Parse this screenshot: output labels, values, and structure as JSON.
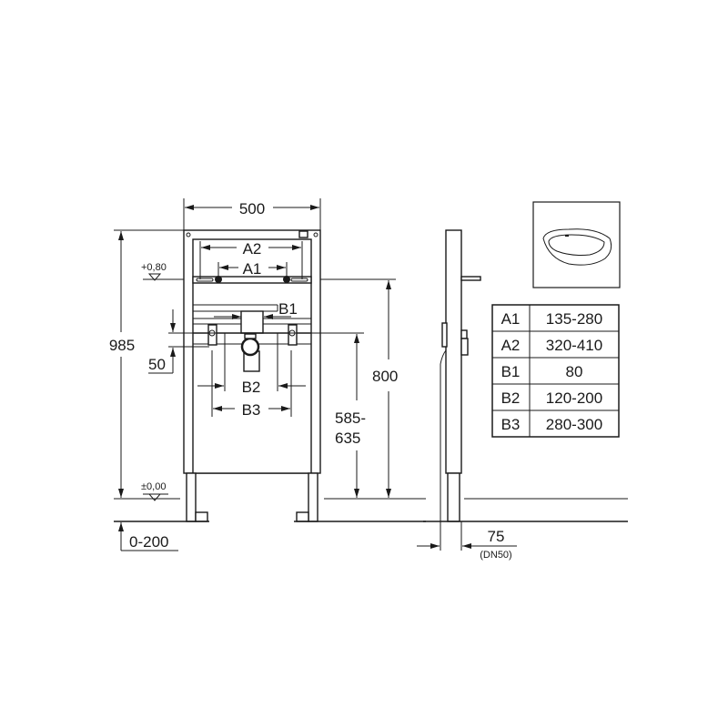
{
  "dimensions": {
    "width": "500",
    "height": "985",
    "level_top": "+0,80",
    "level_zero": "±0,00",
    "floor_adjust": "0-200",
    "offset": "50",
    "crossbar_height": "800",
    "fitting_height_line1": "585-",
    "fitting_height_line2": "635",
    "depth": "75",
    "depth_note": "(DN50)",
    "labels": {
      "a2": "A2",
      "a1": "A1",
      "b1": "B1",
      "b2": "B2",
      "b3": "B3"
    }
  },
  "table": {
    "rows": [
      {
        "key": "A1",
        "value": "135-280"
      },
      {
        "key": "A2",
        "value": "320-410"
      },
      {
        "key": "B1",
        "value": "80"
      },
      {
        "key": "B2",
        "value": "120-200"
      },
      {
        "key": "B3",
        "value": "280-300"
      }
    ]
  },
  "inset_icon": "washbasin-icon",
  "colors": {
    "line": "#1a1a1a",
    "background": "#ffffff"
  }
}
